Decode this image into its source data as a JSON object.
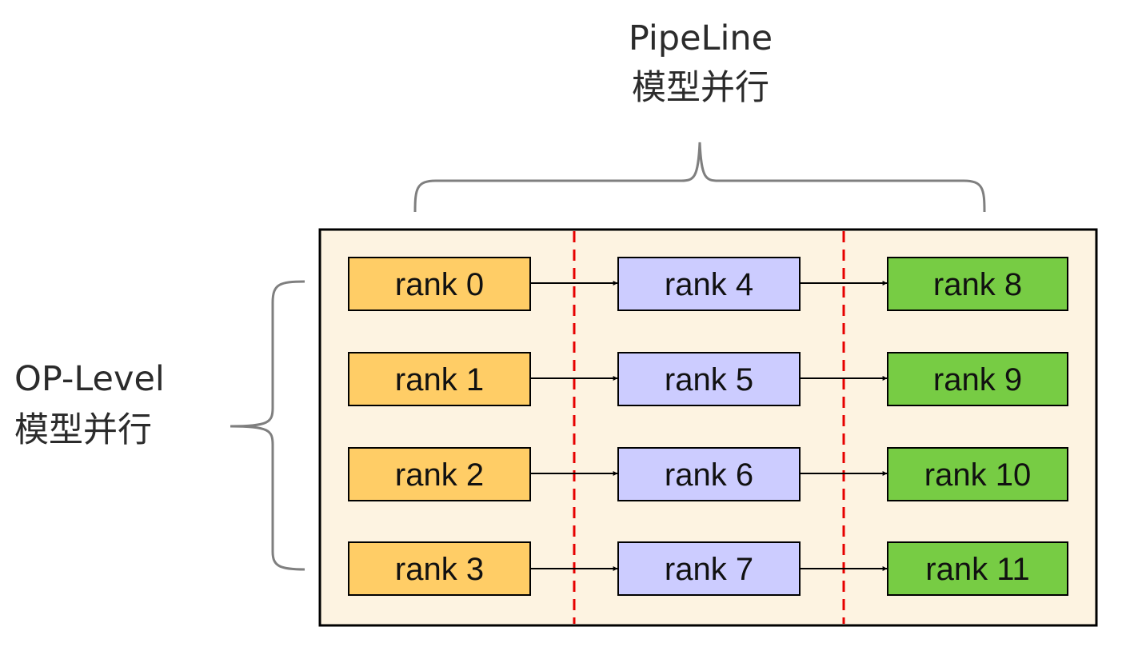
{
  "labels": {
    "pipeline_title": "PipeLine",
    "pipeline_subtitle": "模型并行",
    "oplevel_title": "OP-Level",
    "oplevel_subtitle": "模型并行"
  },
  "colors": {
    "panel_fill": "#fdf3e1",
    "stage_0": "#ffcd66",
    "stage_1": "#ccccff",
    "stage_2": "#77cc44",
    "separator": "#e60000",
    "arrow": "#000000",
    "brace": "#7f7f7f"
  },
  "stages": [
    {
      "ranks": [
        "rank 0",
        "rank 1",
        "rank 2",
        "rank 3"
      ]
    },
    {
      "ranks": [
        "rank 4",
        "rank 5",
        "rank 6",
        "rank 7"
      ]
    },
    {
      "ranks": [
        "rank 8",
        "rank 9",
        "rank 10",
        "rank 11"
      ]
    }
  ]
}
